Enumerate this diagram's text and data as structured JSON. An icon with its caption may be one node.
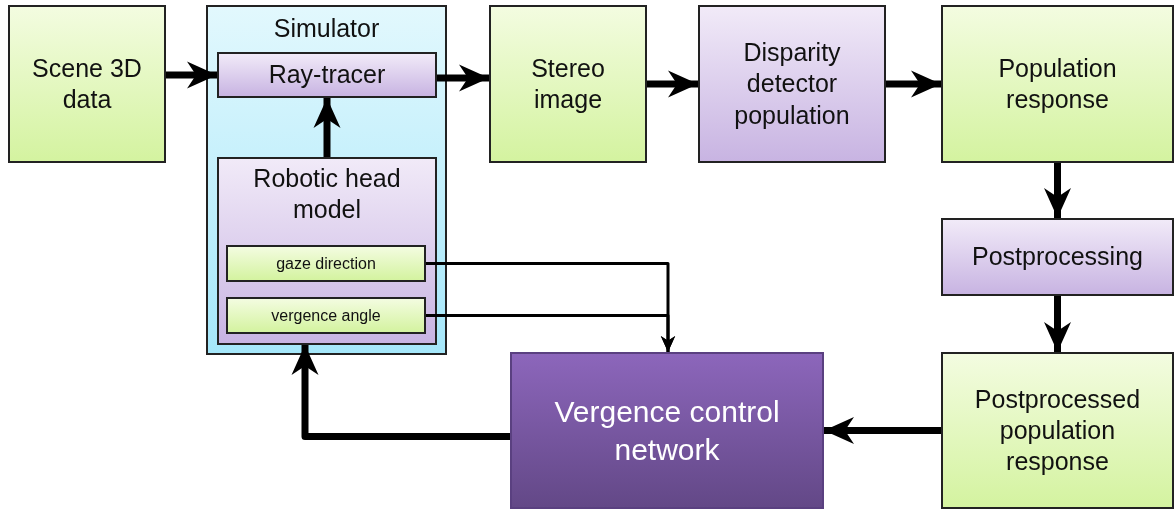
{
  "diagram": {
    "nodes": [
      {
        "text": [
          "Scene 3D data"
        ]
      },
      {
        "text": [
          "Simulator"
        ]
      },
      {
        "text": [
          "Ray-tracer"
        ],
        "in": 1
      },
      {
        "text": [
          "Robotic head model"
        ],
        "in": 1
      },
      {
        "text": [
          "gaze direction"
        ],
        "in": 3
      },
      {
        "text": [
          "vergence angle"
        ],
        "in": 3
      },
      {
        "text": [
          "Stereo image"
        ]
      },
      {
        "text": [
          "Disparity detector population"
        ]
      },
      {
        "text": [
          "Population response"
        ]
      },
      {
        "text": [
          "Postprocessing"
        ]
      },
      {
        "text": [
          "Postprocessed population response"
        ]
      },
      {
        "text": [
          "Vergence control network"
        ]
      }
    ],
    "edges": [
      {
        "from": 0,
        "to": 2,
        "arrow": "to"
      },
      {
        "from": 2,
        "to": 6,
        "arrow": "to"
      },
      {
        "from": 6,
        "to": 7,
        "arrow": "to"
      },
      {
        "from": 7,
        "to": 8,
        "arrow": "to"
      },
      {
        "from": 3,
        "to": 2,
        "arrow": "to"
      },
      {
        "from": 8,
        "to": 9,
        "arrow": "to"
      },
      {
        "from": 9,
        "to": 10,
        "arrow": "to"
      },
      {
        "from": 10,
        "to": 11,
        "arrow": "to"
      },
      {
        "from": 11,
        "to": 3,
        "arrow": "to"
      },
      {
        "from": 4,
        "to": 11,
        "arrow": "to"
      },
      {
        "from": 5,
        "to": 11,
        "arrow": "to"
      }
    ]
  }
}
